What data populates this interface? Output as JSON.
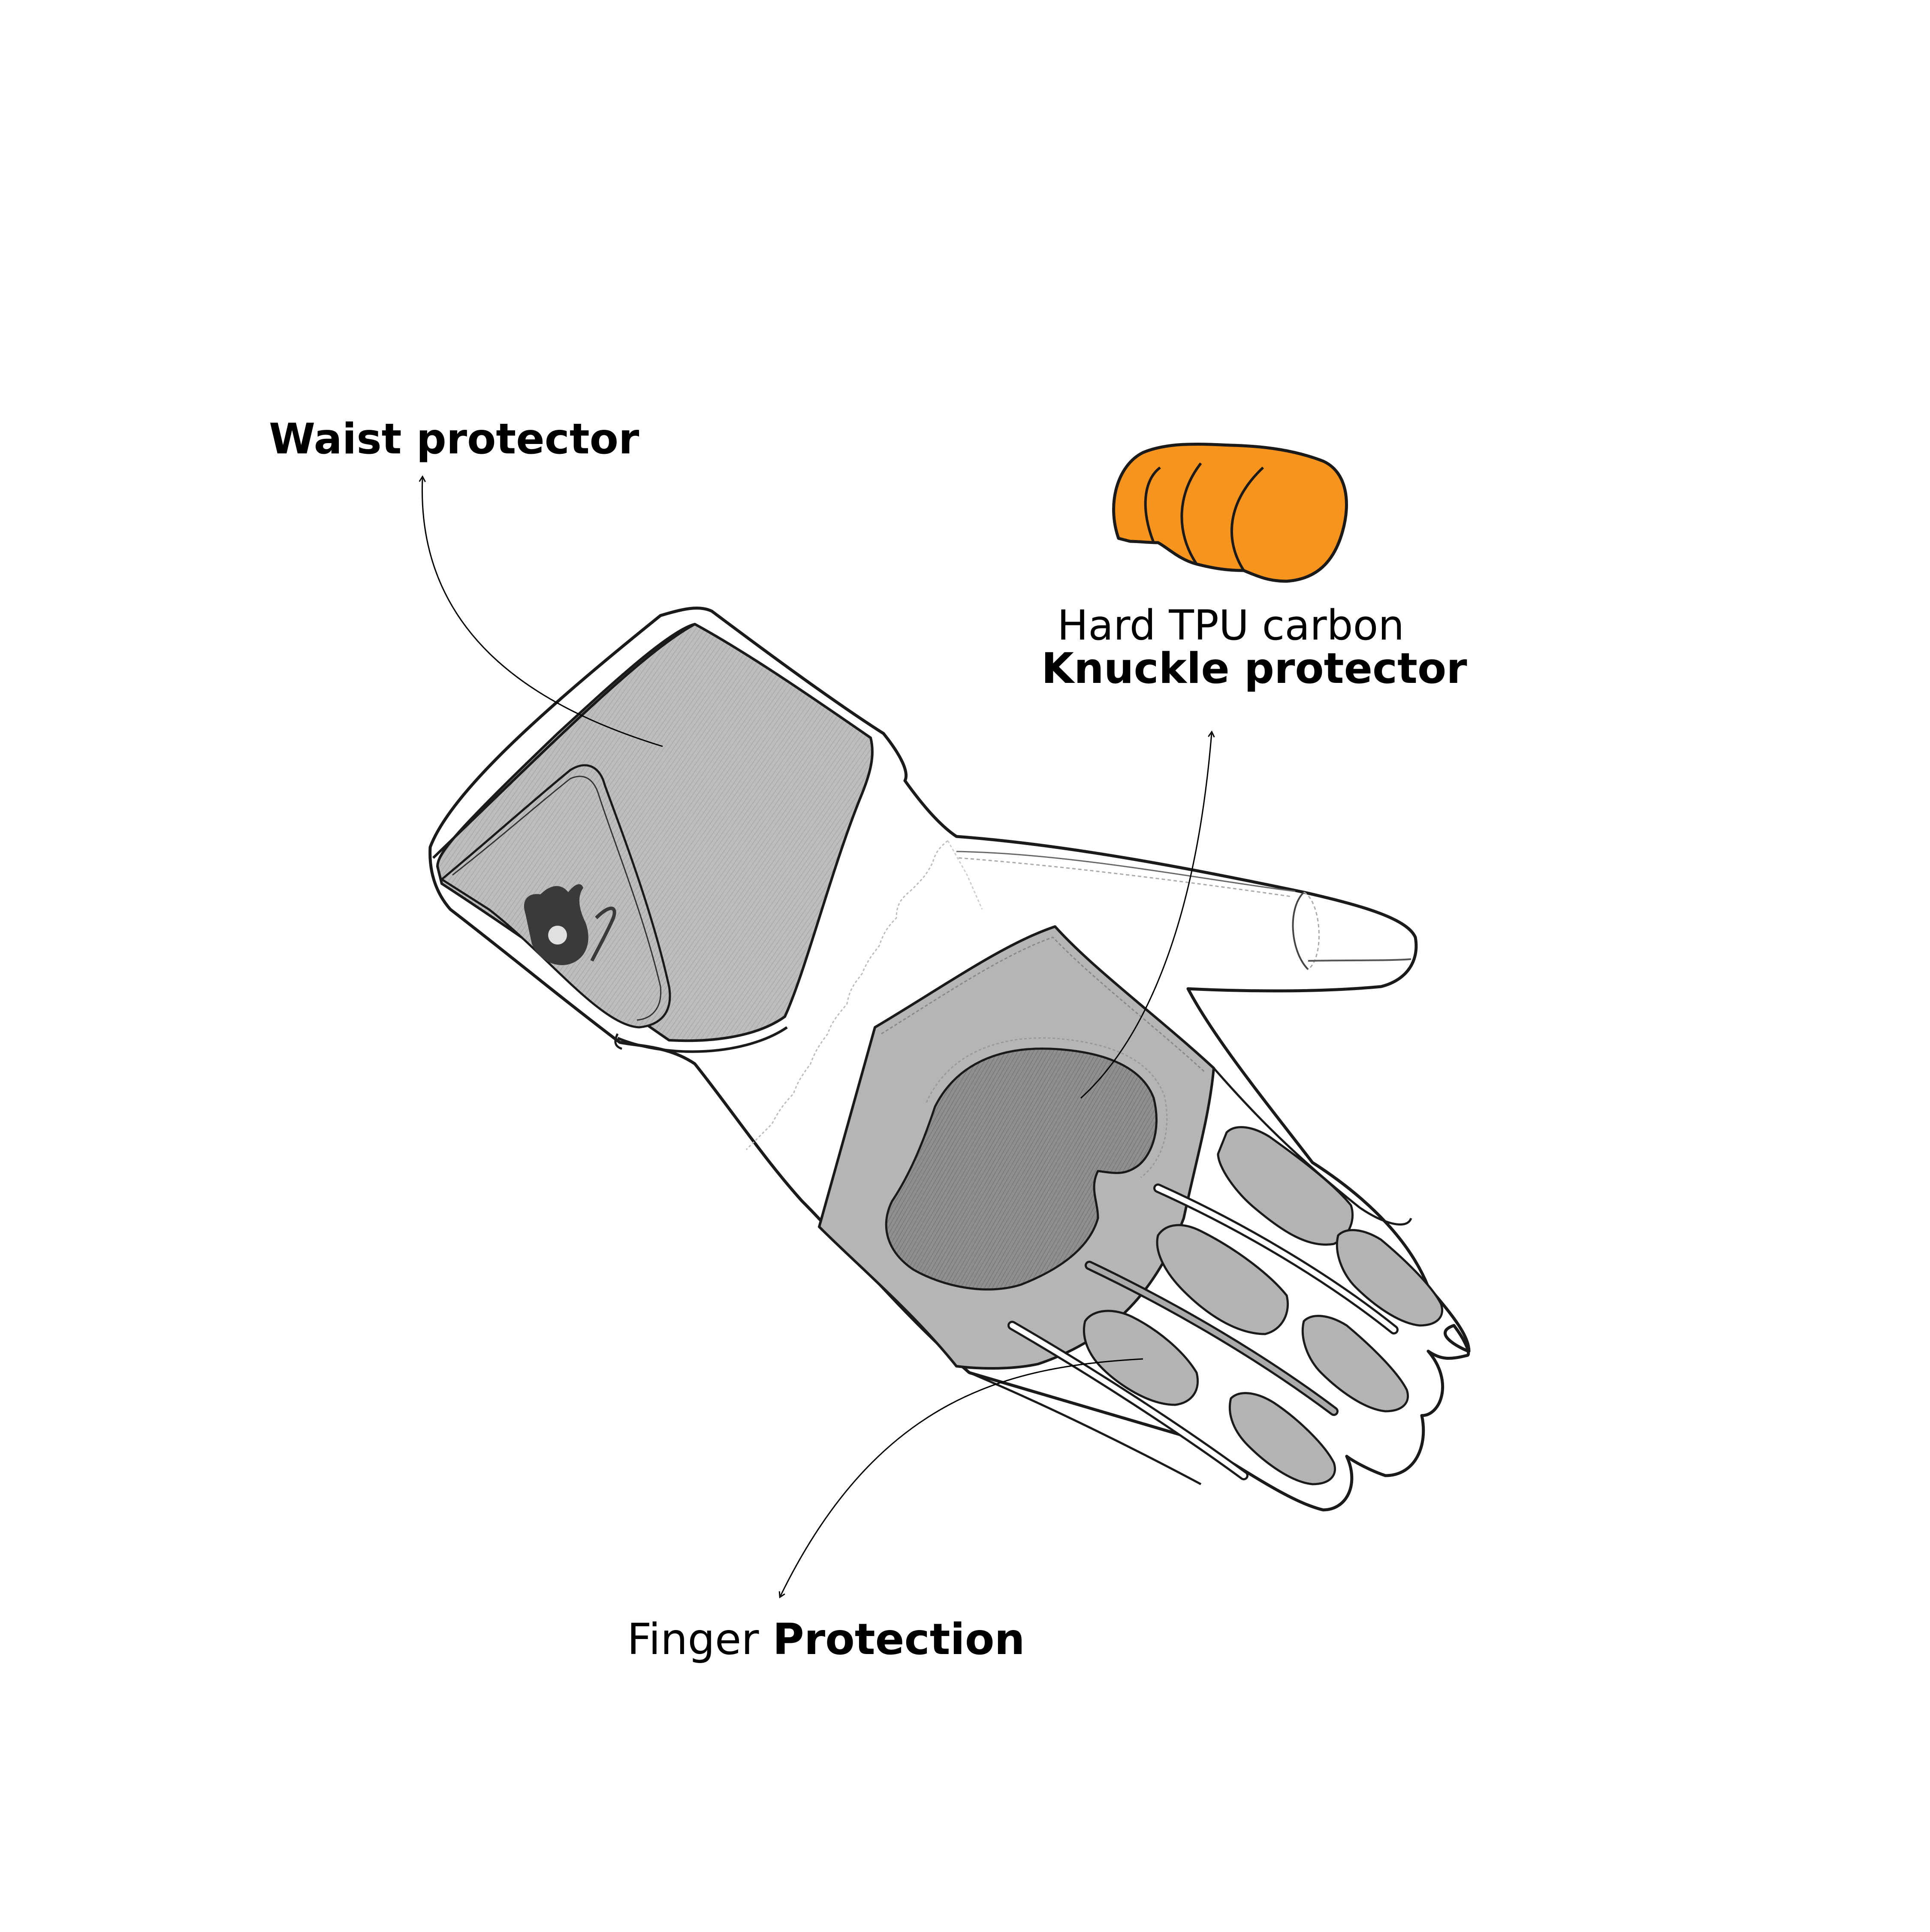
{
  "callouts": {
    "waist": {
      "title": "Waist protector"
    },
    "knuckle": {
      "line1": "Hard TPU carbon",
      "title": "Knuckle protector"
    },
    "finger": {
      "prefix": "Finger",
      "title": "Protection"
    }
  },
  "colors": {
    "knuckle_guard": "#F7941D",
    "mesh_panel": "#BFBFBF",
    "padding_panel": "#B3B3B3",
    "dark_pad": "#8C8C8C",
    "outline": "#1A1A1A"
  },
  "icons": [
    "knuckle-guard-icon",
    "brand-logo-icon",
    "glove-illustration"
  ]
}
